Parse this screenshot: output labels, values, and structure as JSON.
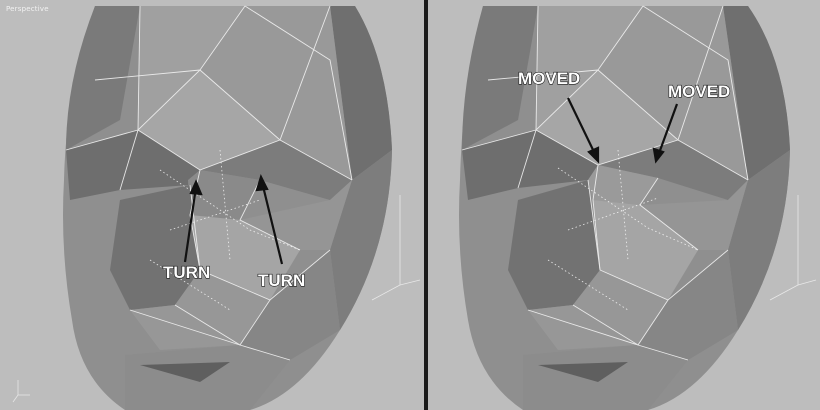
{
  "viewports": {
    "left": {
      "label": "Perspective"
    },
    "right": {
      "label": ""
    }
  },
  "annotations": {
    "left": [
      {
        "text": "TURN"
      },
      {
        "text": "TURN"
      }
    ],
    "right": [
      {
        "text": "MOVED"
      },
      {
        "text": "MOVED"
      }
    ]
  },
  "colors": {
    "viewport_background": "#bdbdbd",
    "mesh_fill": "#8e8e8e",
    "mesh_edges": "#f0f0f0",
    "separator": "#1a1a1a"
  }
}
